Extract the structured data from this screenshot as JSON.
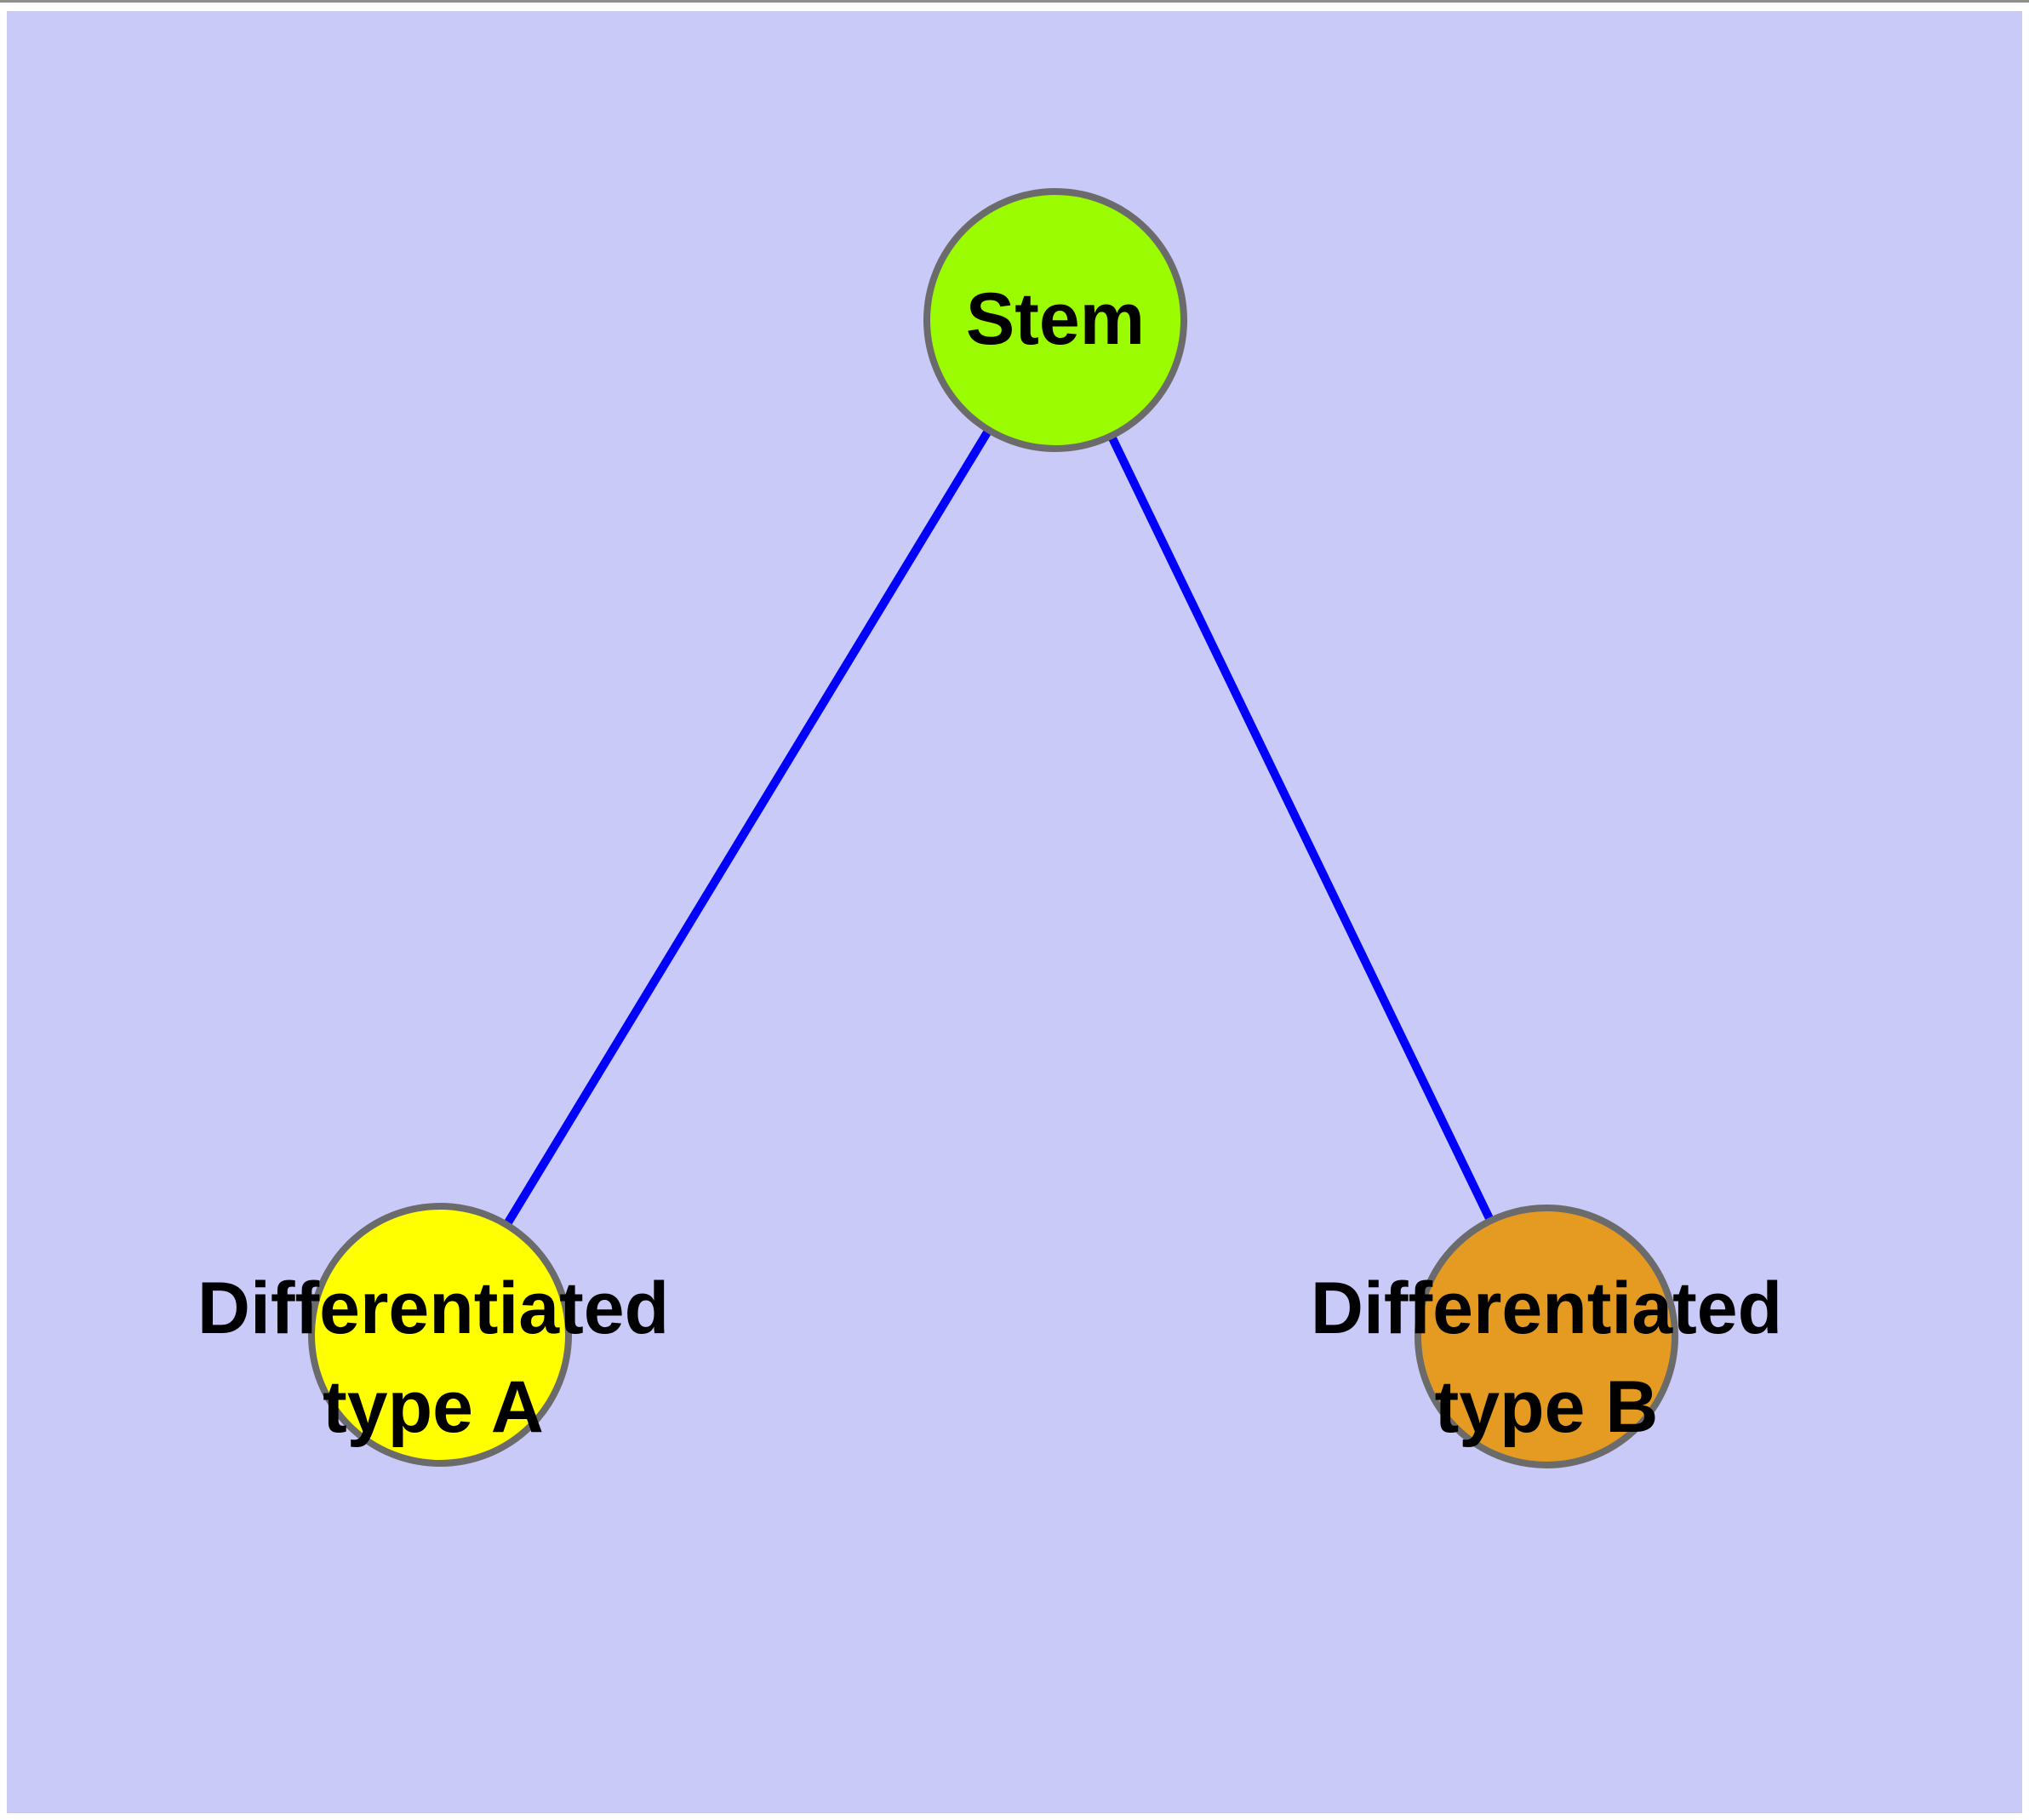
{
  "diagram": {
    "type": "node-link-graph",
    "description": "Stem cell differentiation tree: one stem node branching to two differentiated cell type nodes",
    "nodes": [
      {
        "id": "stem",
        "lines": [
          "Stem"
        ],
        "fill": "#9BFB00"
      },
      {
        "id": "type-a",
        "lines": [
          "Differentiated",
          "type A"
        ],
        "fill": "#FFFF00"
      },
      {
        "id": "type-b",
        "lines": [
          "Differentiated",
          "type B"
        ],
        "fill": "#E59B22"
      }
    ],
    "edges": [
      {
        "from": "stem",
        "to": "type-a"
      },
      {
        "from": "stem",
        "to": "type-b"
      }
    ]
  },
  "colors": {
    "page_background": "#FFFFFF",
    "panel_background": "#CACAF9",
    "edge_blue": "#0000FB",
    "node_border_gray": "#6B6B6B",
    "label_black": "#000000",
    "window_top_edge": "#8E8E8E"
  }
}
